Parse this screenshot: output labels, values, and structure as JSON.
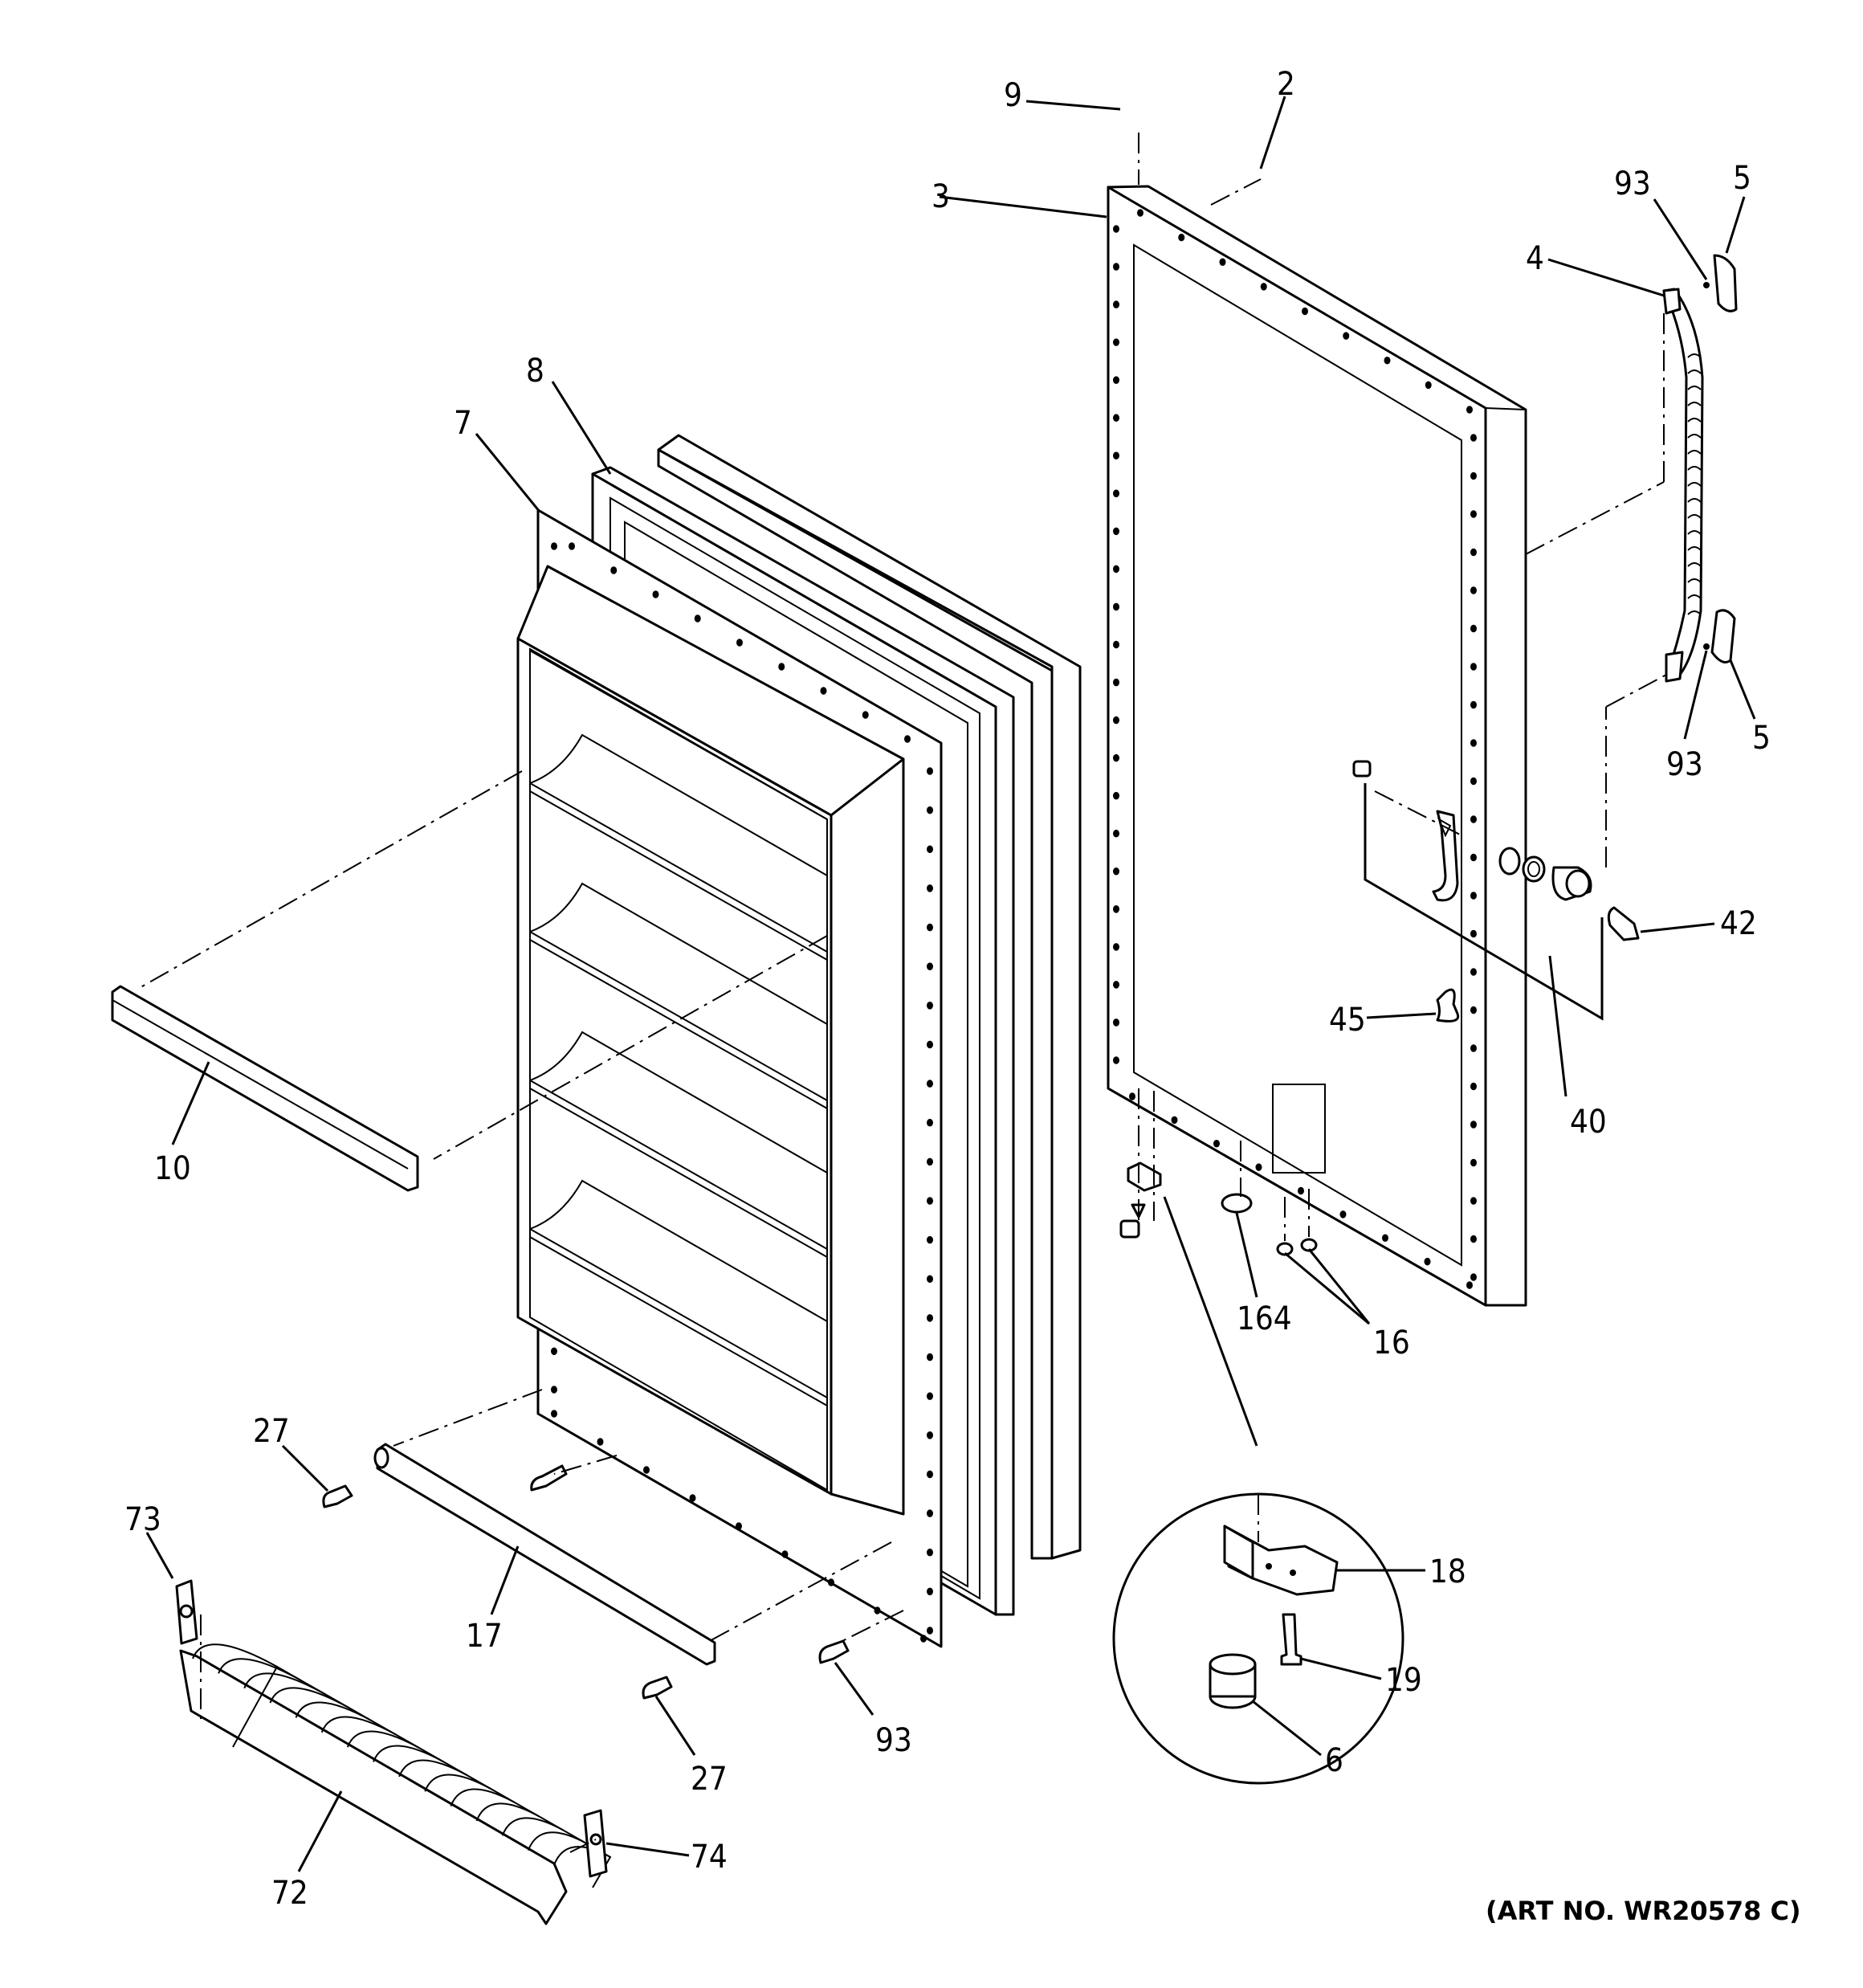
{
  "diagram": {
    "art_number": "(ART NO. WR20578 C)",
    "callouts": [
      {
        "id": "9",
        "text": "9"
      },
      {
        "id": "2",
        "text": "2"
      },
      {
        "id": "3",
        "text": "3"
      },
      {
        "id": "93a",
        "text": "93"
      },
      {
        "id": "5a",
        "text": "5"
      },
      {
        "id": "4",
        "text": "4"
      },
      {
        "id": "8",
        "text": "8"
      },
      {
        "id": "7",
        "text": "7"
      },
      {
        "id": "93b",
        "text": "93"
      },
      {
        "id": "5b",
        "text": "5"
      },
      {
        "id": "42",
        "text": "42"
      },
      {
        "id": "45",
        "text": "45"
      },
      {
        "id": "40",
        "text": "40"
      },
      {
        "id": "10",
        "text": "10"
      },
      {
        "id": "164",
        "text": "164"
      },
      {
        "id": "16",
        "text": "16"
      },
      {
        "id": "18",
        "text": "18"
      },
      {
        "id": "19",
        "text": "19"
      },
      {
        "id": "6",
        "text": "6"
      },
      {
        "id": "27a",
        "text": "27"
      },
      {
        "id": "73",
        "text": "73"
      },
      {
        "id": "17",
        "text": "17"
      },
      {
        "id": "27b",
        "text": "27"
      },
      {
        "id": "93c",
        "text": "93"
      },
      {
        "id": "74",
        "text": "74"
      },
      {
        "id": "72",
        "text": "72"
      }
    ]
  }
}
